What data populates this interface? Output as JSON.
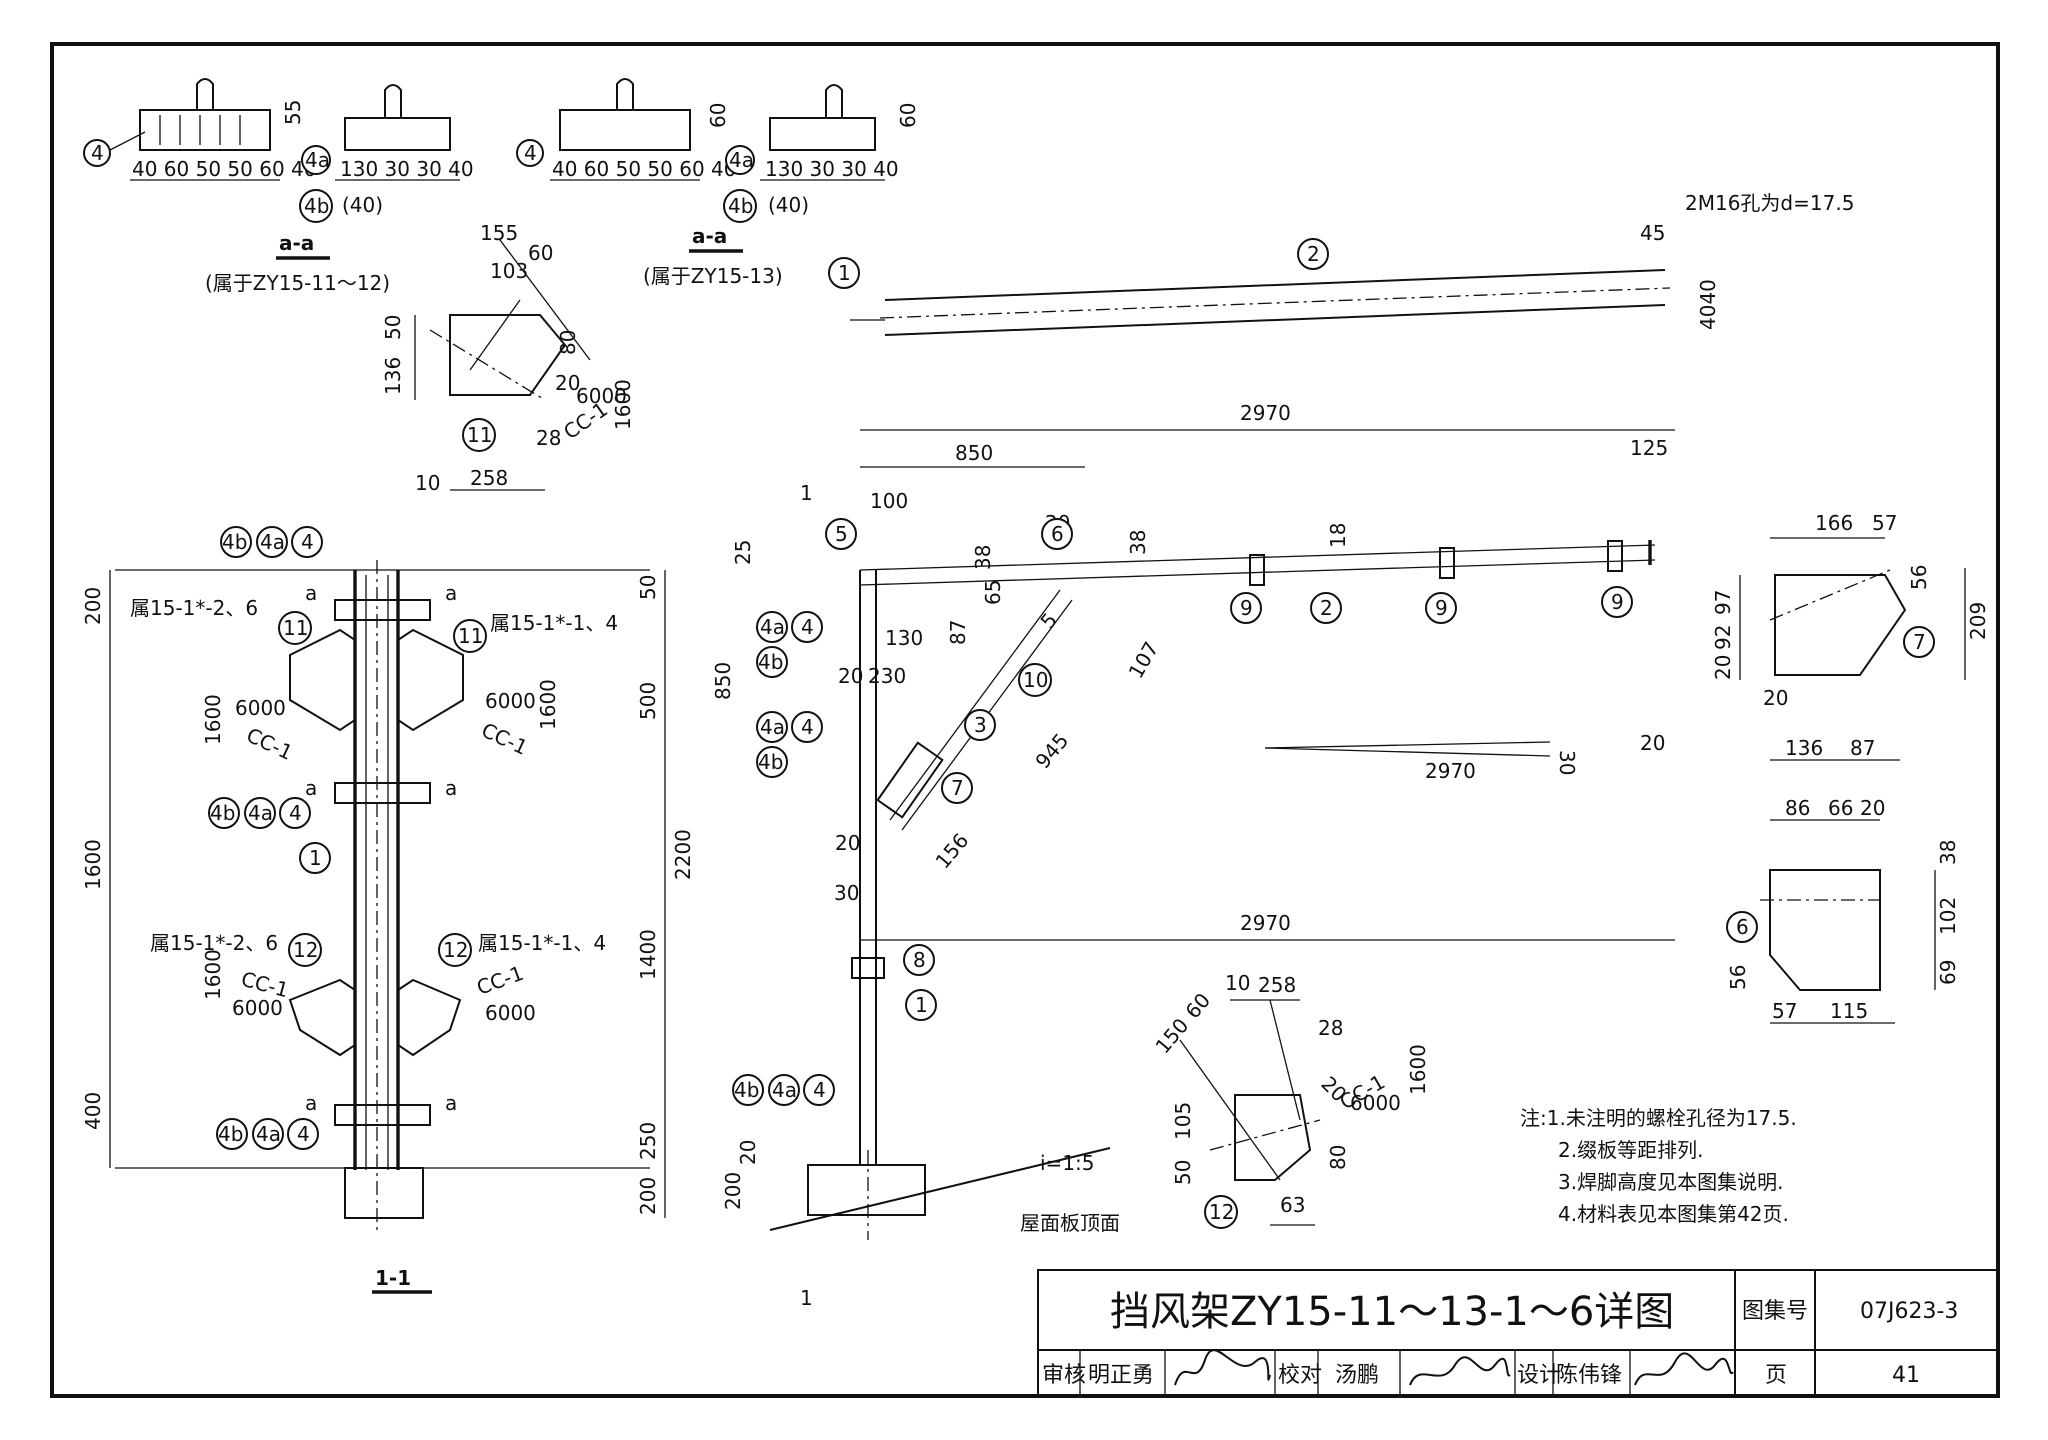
{
  "title_block": {
    "title": "挡风架ZY15-11～13-1～6详图",
    "atlas_label": "图集号",
    "atlas_no": "07J623-3",
    "page_label": "页",
    "page_no": "41",
    "review_label": "审核",
    "reviewer": "明正勇",
    "check_label": "校对",
    "checker": "汤鹏",
    "design_label": "设计",
    "designer": "陈伟锋"
  },
  "notes": {
    "line1": "注:1.未注明的螺栓孔径为17.5.",
    "line2": "2.缀板等距排列.",
    "line3": "3.焊脚高度见本图集说明.",
    "line4": "4.材料表见本图集第42页."
  },
  "sections": {
    "aa_label": "a-a",
    "aa_note_1": "(属于ZY15-11～12)",
    "aa_note_2": "(属于ZY15-13)",
    "section_11": "1-1",
    "cut_mark": "1",
    "cut_a": "a",
    "roof_label": "屋面板顶面",
    "slope": "i=1:5",
    "bolt_note": "2M16孔为d=17.5",
    "ref_1": "属15-1*-2、6",
    "ref_2": "属15-1*-1、4",
    "cc": "CC-1",
    "cc_len": "6000",
    "cc_len2": "1600"
  },
  "parts": {
    "p1": "1",
    "p2": "2",
    "p3": "3",
    "p4": "4",
    "p4a": "4a",
    "p4b": "4b",
    "p5": "5",
    "p6": "6",
    "p7": "7",
    "p8": "8",
    "p9": "9",
    "p10": "10",
    "p11": "11",
    "p12": "12",
    "p40": "(40)"
  },
  "dims": {
    "d55": "55",
    "d60": "60",
    "d45": "45",
    "d4040": "4040",
    "strip_a": "40 60 50 50 60 40",
    "strip_b": "130 30 30 40",
    "d155": "155",
    "d60b": "60",
    "d103": "103",
    "d50": "50",
    "d136": "136",
    "d80": "80",
    "d20": "20",
    "d28": "28",
    "d10": "10",
    "d258": "258",
    "d2970": "2970",
    "d850": "850",
    "d125": "125",
    "d100": "100",
    "d38": "38",
    "d18": "18",
    "d25": "25",
    "d65": "65",
    "d130": "130",
    "d87": "87",
    "d230": "230",
    "d5": "5",
    "d107": "107",
    "d945": "945",
    "d156": "156",
    "d30": "30",
    "d2200": "2200",
    "d200": "200",
    "d500": "500",
    "d1600": "1600",
    "d1400": "1400",
    "d400": "400",
    "d250": "250",
    "d166": "166",
    "d57": "57",
    "d56": "56",
    "d97": "97",
    "d92": "92",
    "d209": "209",
    "d86": "86",
    "d66": "66",
    "d102": "102",
    "d69": "69",
    "d115": "115",
    "d150": "150",
    "d105": "105",
    "d63": "63"
  }
}
